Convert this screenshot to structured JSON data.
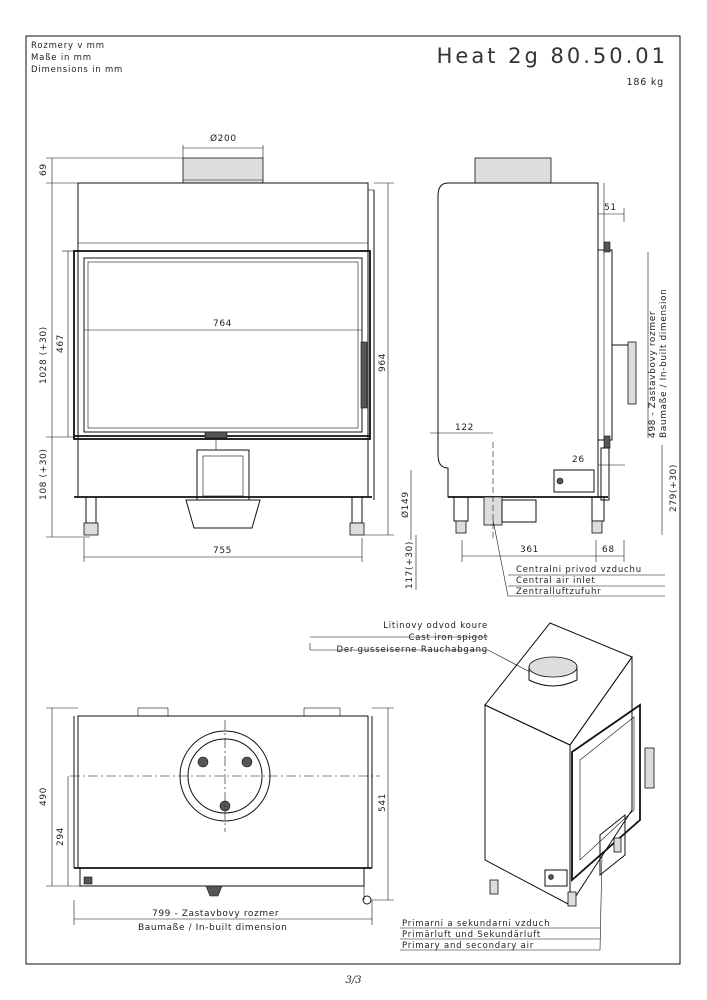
{
  "header": {
    "units_cz": "Rozmery v mm",
    "units_de": "Maße in mm",
    "units_en": "Dimensions in mm",
    "model": "Heat 2g 80.50.01",
    "weight": "186 kg"
  },
  "front_view": {
    "flue_diameter": "Ø200",
    "dim_top": "69",
    "dim_total_height": "1028 (+30)",
    "dim_glass_height": "467",
    "dim_base": "108 (+30)",
    "dim_right_height": "964",
    "dim_glass_width": "764",
    "dim_total_width": "755"
  },
  "side_view": {
    "dim_51": "51",
    "dim_122": "122",
    "dim_26": "26",
    "dim_149": "Ø149",
    "dim_117": "117(+30)",
    "dim_361": "361",
    "dim_68": "68",
    "dim_279": "279(+30)",
    "inbuilt_cz": "498 - Zastavbovy rozmer",
    "inbuilt_de_en": "Baumaße / In-built dimension",
    "air_inlet_cz": "Centralni privod vzduchu",
    "air_inlet_en": "Central air inlet",
    "air_inlet_de": "Zentralluftzufuhr"
  },
  "top_view": {
    "dim_490": "490",
    "dim_294": "294",
    "dim_541": "541",
    "dim_799": "799 - Zastavbovy rozmer",
    "dim_799_sub": "Baumaße / In-built dimension"
  },
  "iso_view": {
    "spigot_cz": "Litinovy odvod koure",
    "spigot_en": "Cast iron spigot",
    "spigot_de": "Der gusseiserne Rauchabgang",
    "air_cz": "Primarni a sekundarni vzduch",
    "air_de": "Primärluft und Sekundärluft",
    "air_en": "Primary and secondary air"
  },
  "footer": {
    "page": "3/3"
  }
}
